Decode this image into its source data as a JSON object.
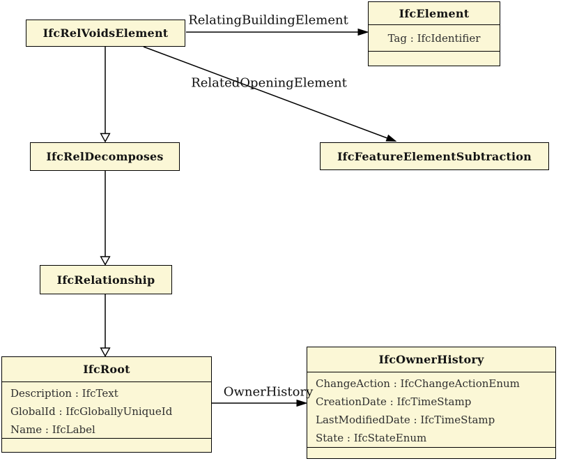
{
  "diagram": {
    "kind": "uml-class-diagram",
    "colors": {
      "node_fill": "#FBF7D6",
      "node_border": "#000000",
      "edge_line": "#000000",
      "background": "#ffffff"
    },
    "nodes": {
      "ifcRelVoidsElement": {
        "title": "IfcRelVoidsElement"
      },
      "ifcElement": {
        "title": "IfcElement",
        "attributes": [
          "Tag : IfcIdentifier"
        ]
      },
      "ifcRelDecomposes": {
        "title": "IfcRelDecomposes"
      },
      "ifcFeatureElementSubtraction": {
        "title": "IfcFeatureElementSubtraction"
      },
      "ifcRelationship": {
        "title": "IfcRelationship"
      },
      "ifcRoot": {
        "title": "IfcRoot",
        "attributes": [
          "Description : IfcText",
          "GlobalId : IfcGloballyUniqueId",
          "Name : IfcLabel"
        ]
      },
      "ifcOwnerHistory": {
        "title": "IfcOwnerHistory",
        "attributes": [
          "ChangeAction : IfcChangeActionEnum",
          "CreationDate : IfcTimeStamp",
          "LastModifiedDate : IfcTimeStamp",
          "State : IfcStateEnum"
        ]
      }
    },
    "edges": {
      "relatingBuildingElement": {
        "label": "RelatingBuildingElement",
        "type": "association",
        "from": "IfcRelVoidsElement",
        "to": "IfcElement"
      },
      "relatedOpeningElement": {
        "label": "RelatedOpeningElement",
        "type": "association",
        "from": "IfcRelVoidsElement",
        "to": "IfcFeatureElementSubtraction"
      },
      "ownerHistory": {
        "label": "OwnerHistory",
        "type": "association",
        "from": "IfcRoot",
        "to": "IfcOwnerHistory"
      },
      "gen1": {
        "label": "",
        "type": "generalization",
        "from": "IfcRelVoidsElement",
        "to": "IfcRelDecomposes"
      },
      "gen2": {
        "label": "",
        "type": "generalization",
        "from": "IfcRelDecomposes",
        "to": "IfcRelationship"
      },
      "gen3": {
        "label": "",
        "type": "generalization",
        "from": "IfcRelationship",
        "to": "IfcRoot"
      }
    }
  }
}
